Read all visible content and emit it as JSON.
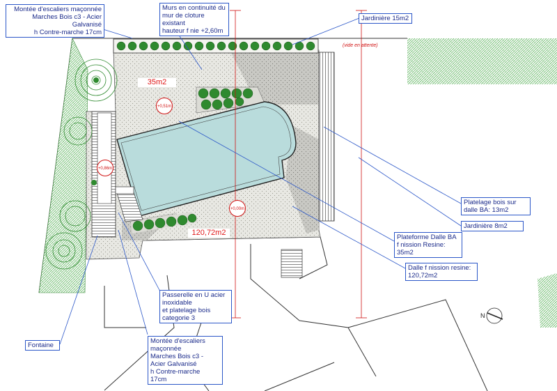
{
  "labels": {
    "stairs_top": [
      "Montée d'escaliers maçonnée",
      "Marches Bois c3 - Acier",
      "Galvanisé",
      "h Contre-marche 17cm"
    ],
    "wall": [
      "Murs en continuité du",
      "mur de cloture",
      "existant",
      "hauteur f nie +2,60m"
    ],
    "planter_15": "Jardinière 15m2",
    "decking": [
      "Platelage bois sur",
      "dalle BA: 13m2"
    ],
    "planter_8": "Jardinière 8m2",
    "platform": [
      "Plateforme Dalle BA",
      "f nission Resine:",
      "35m2"
    ],
    "slab": [
      "Dalle f nission resine:",
      "120,72m2"
    ],
    "footbridge": [
      "Passerelle en U acier",
      "inoxidable",
      "et platelage bois",
      "categorie 3"
    ],
    "fountain": "Fontaine",
    "stairs_bottom": [
      "Montée d'escaliers",
      "maçonnée",
      "Marches Bois c3 -",
      "Acier Galvanisé",
      "h Contre-marche",
      "17cm"
    ]
  },
  "areas": {
    "area_35": "35m2",
    "area_120": "120,72m2"
  },
  "notes": {
    "void": "(vide en attente)"
  },
  "levels": {
    "level_top": "+0,51m",
    "level_left": "+0,86m",
    "level_center": "+0,00m"
  },
  "north_symbol": "N",
  "colors": {
    "label_border": "#2a56c8",
    "label_text": "#1a2a8a",
    "area_text": "#e01818",
    "pool_water": "#b9dcdc",
    "vegetation": "#2f8a2f",
    "leader": "#2a56c8"
  }
}
